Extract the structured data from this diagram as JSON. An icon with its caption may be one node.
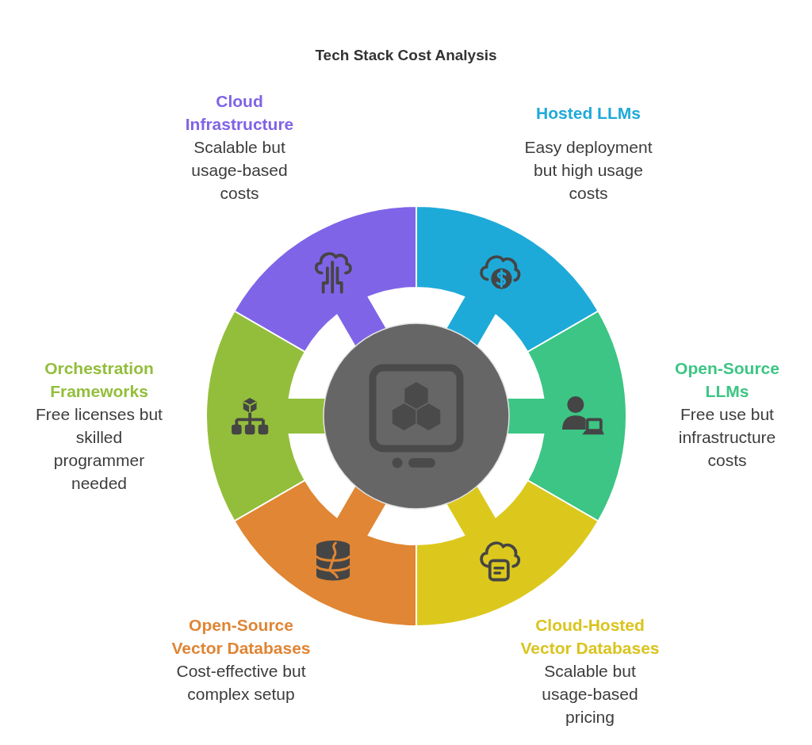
{
  "diagram": {
    "title": "Tech Stack Cost Analysis",
    "nodes": [
      {
        "text": [
          "Cloud Infrastructure",
          "Scalable but usage-based costs"
        ]
      },
      {
        "text": [
          "Hosted LLMs",
          "Easy deployment but high usage costs"
        ]
      },
      {
        "text": [
          "Orchestration Frameworks",
          "Free licenses but skilled programmer needed"
        ]
      },
      {
        "text": [],
        "shape": "circle"
      },
      {
        "text": [
          "Open-Source LLMs",
          "Free use but infrastructure costs"
        ]
      },
      {
        "text": [
          "Open-Source Vector Databases",
          "Cost-effective but complex setup"
        ]
      },
      {
        "text": [
          "Cloud-Hosted Vector Databases",
          "Scalable but usage-based pricing"
        ]
      }
    ]
  }
}
